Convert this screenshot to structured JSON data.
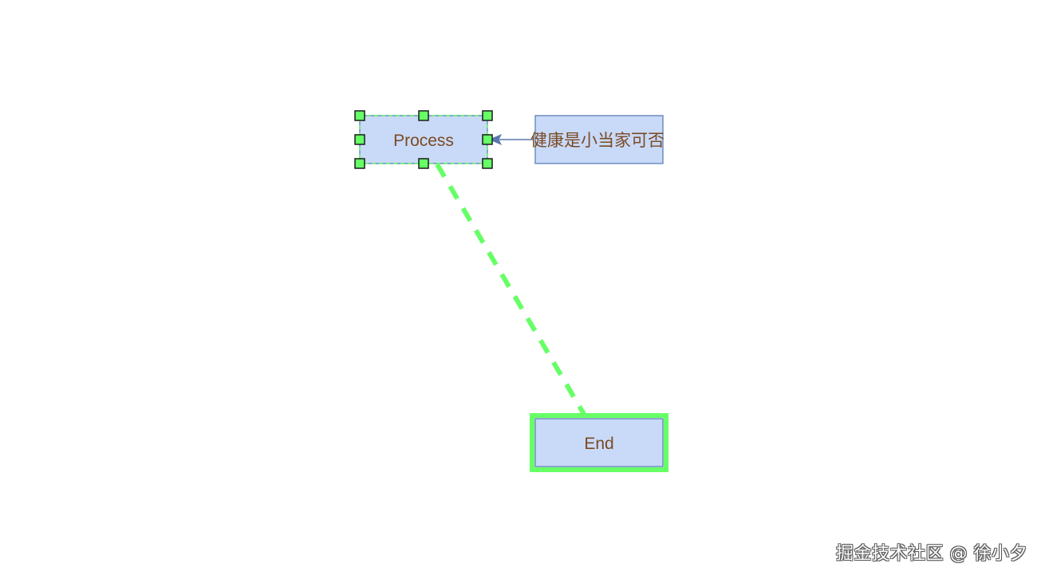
{
  "diagram": {
    "nodes": {
      "process": {
        "label": "Process",
        "selected": true
      },
      "side": {
        "label": "健康是小当家可否"
      },
      "end": {
        "label": "End",
        "highlighted": true
      }
    },
    "edges": [
      {
        "from": "side",
        "to": "process",
        "style": "solid-arrow"
      },
      {
        "from": "process",
        "to": "end",
        "style": "dashed-highlighted"
      }
    ],
    "colors": {
      "node_fill": "#c9daf8",
      "node_stroke": "#6c8ebf",
      "label_text": "#7a4a24",
      "selection_green": "#66ff66",
      "handle_fill": "#66ff66",
      "handle_stroke": "#1a1a1a"
    }
  },
  "watermark": {
    "text": "掘金技术社区 @ 徐小夕"
  }
}
